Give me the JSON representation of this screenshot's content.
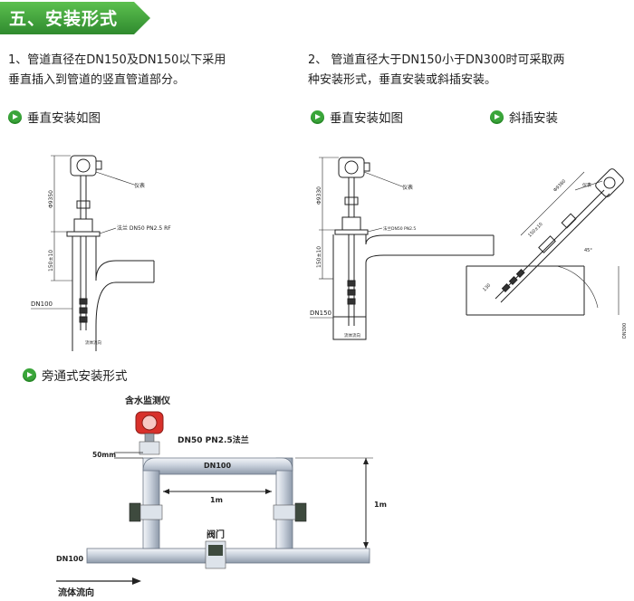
{
  "section": {
    "title": "五、安装形式"
  },
  "items": [
    {
      "text_line1": "1、管道直径在DN150及DN150以下采用",
      "text_line2": "垂直插入到管道的竖直管道部分。"
    },
    {
      "text_line1": "2、 管道直径大于DN150小于DN300时可采取两",
      "text_line2": "种安装形式，垂直安装或斜插安装。"
    }
  ],
  "subheads": {
    "vertical_left": "垂直安装如图",
    "vertical_right": "垂直安装如图",
    "slanted": "斜插安装",
    "bypass": "旁通式安装形式"
  },
  "fig1": {
    "label_meter": "仪表",
    "label_flange": "法兰 DN50 PN2.5 RF",
    "dim_top": "Φ9350",
    "dim_mid": "150±10",
    "pipe": "DN100",
    "flow": "流体流向"
  },
  "fig2": {
    "label_meter": "仪表",
    "label_flange": "法兰DN50 PN2.5",
    "dim_top": "Φ9330",
    "dim_mid": "150±10",
    "pipe": "DN150",
    "flow": "流体流向"
  },
  "fig3": {
    "label_meter": "仪表",
    "dim_a": "Φ9380",
    "dim_b": "150±10",
    "dim_c": "130",
    "angle": "45°",
    "pipe": "DN300"
  },
  "bypass": {
    "meter": "含水监测仪",
    "flange": "DN50 PN2.5法兰",
    "dim_50": "50mm",
    "pipe_top": "DN100",
    "dim_1m_h": "1m",
    "dim_1m_v": "1m",
    "valve": "阀门",
    "pipe_main": "DN100",
    "flow": "流体流向"
  },
  "colors": {
    "banner": "#3a9a38",
    "bullet": "#3aa53a",
    "meter_red": "#d8302a"
  }
}
